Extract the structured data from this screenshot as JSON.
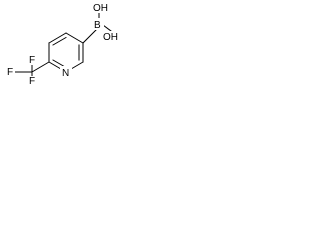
{
  "molecule": {
    "atoms": {
      "boron": "B",
      "hydroxyl_upper": "OH",
      "hydroxyl_lower": "OH",
      "ring_nitrogen": "N",
      "fluorine_top": "F",
      "fluorine_left": "F",
      "fluorine_bottom": "F"
    }
  }
}
